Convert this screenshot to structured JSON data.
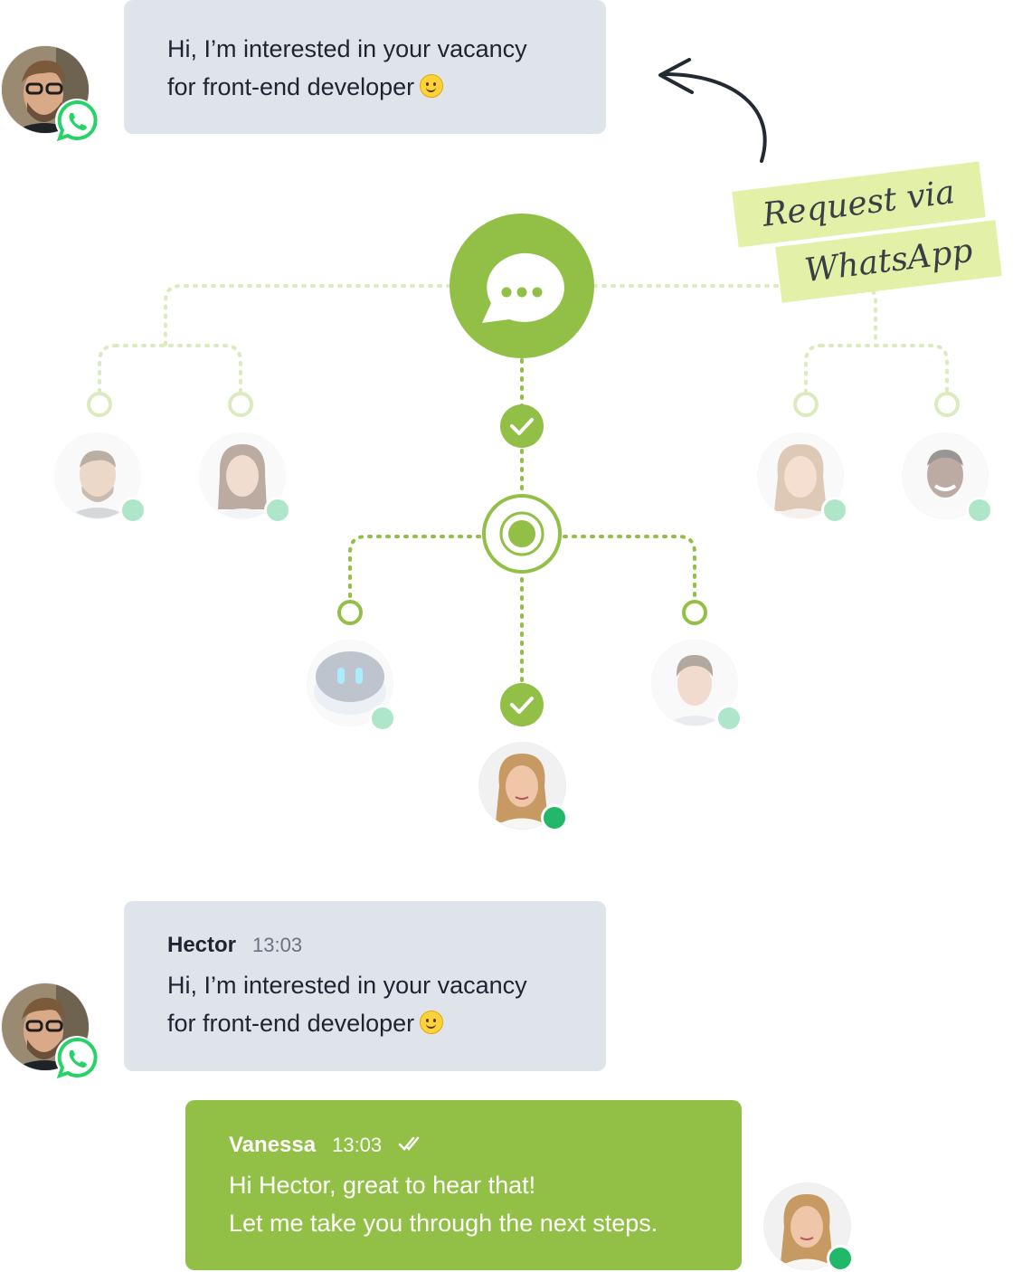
{
  "messages": {
    "incoming_top": {
      "lines": [
        "Hi, I’m interested in your vacancy",
        "for front-end developer"
      ],
      "emoji": "slightly-smiling-face"
    },
    "incoming": {
      "sender": "Hector",
      "time": "13:03",
      "lines": [
        "Hi, I’m interested in your vacancy",
        "for front-end developer"
      ],
      "emoji": "slightly-smiling-face"
    },
    "reply": {
      "sender": "Vanessa",
      "time": "13:03",
      "status_icon": "double-check-icon",
      "lines": [
        "Hi Hector, great to hear that!",
        "Let me take you through the next steps."
      ]
    }
  },
  "annotation": {
    "lines": [
      "Request via",
      "WhatsApp"
    ],
    "icon": "curved-arrow-icon"
  },
  "diagram": {
    "hub_icon": "chat-bubble-icon",
    "node_icons": [
      "checkmark-icon",
      "radio-target-icon",
      "empty-node-icon"
    ],
    "status_colors": {
      "online": "#21b86a",
      "idle": "#aee6c9"
    }
  },
  "colors": {
    "accent_green": "#92c046",
    "bubble_gray": "#dfe3ea",
    "note_yellow": "#e3f0a8",
    "whatsapp_green": "#25d366"
  }
}
